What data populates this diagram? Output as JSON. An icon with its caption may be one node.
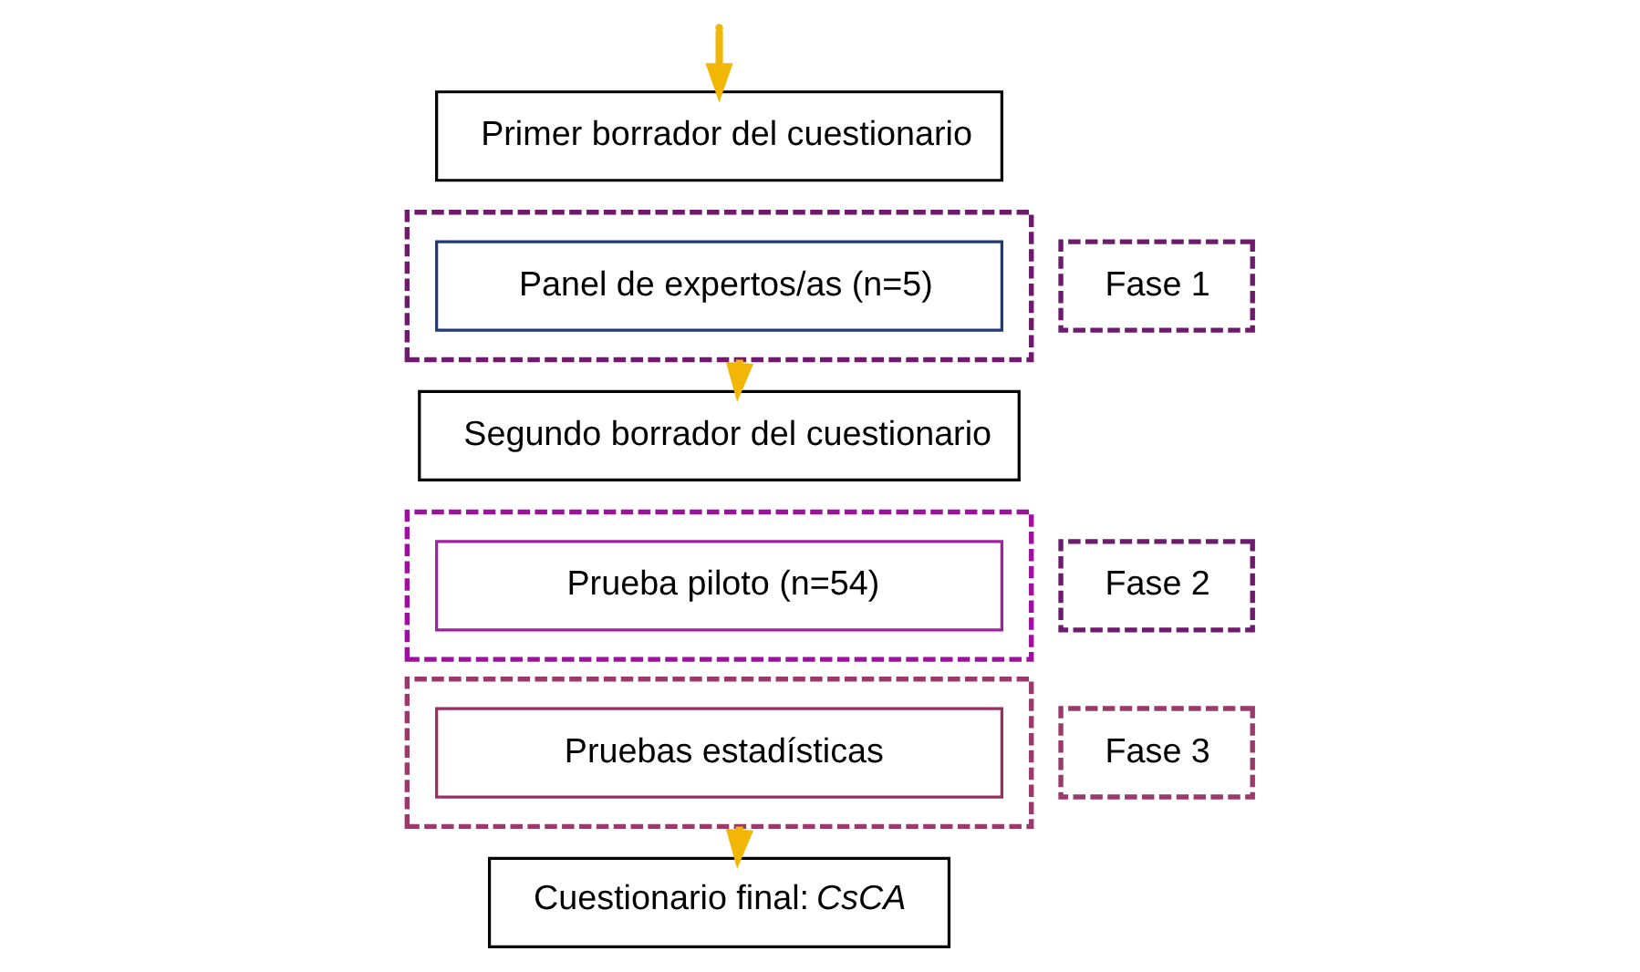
{
  "diagram": {
    "nodes": [
      {
        "text": [
          "Primer borrador del cuestionario"
        ]
      },
      {
        "text": [
          "Fase 1"
        ]
      },
      {
        "text": [],
        "shape": "box"
      },
      {
        "text": [
          "Panel de expertos/as (n=5)"
        ],
        "in": 2
      },
      {
        "text": [
          "Segundo borrador del cuestionario"
        ]
      },
      {
        "text": [
          "Fase 2"
        ]
      },
      {
        "text": [],
        "shape": "box"
      },
      {
        "text": [
          "Prueba piloto (n=54)"
        ],
        "in": 6
      },
      {
        "text": [
          "Fase 3"
        ]
      },
      {
        "text": [],
        "shape": "box"
      },
      {
        "text": [
          "Pruebas estadísticas"
        ],
        "in": 9
      },
      {
        "text": [
          "Cuestionario final: *CsCA*"
        ]
      }
    ],
    "edges": [
      {
        "from": null,
        "to": 0,
        "arrow": "to",
        "color": "#f2b705"
      },
      {
        "from": 2,
        "to": 4,
        "arrow": "to",
        "color": "#f2b705"
      },
      {
        "from": 9,
        "to": 11,
        "arrow": "to",
        "color": "#f2b705"
      }
    ]
  }
}
